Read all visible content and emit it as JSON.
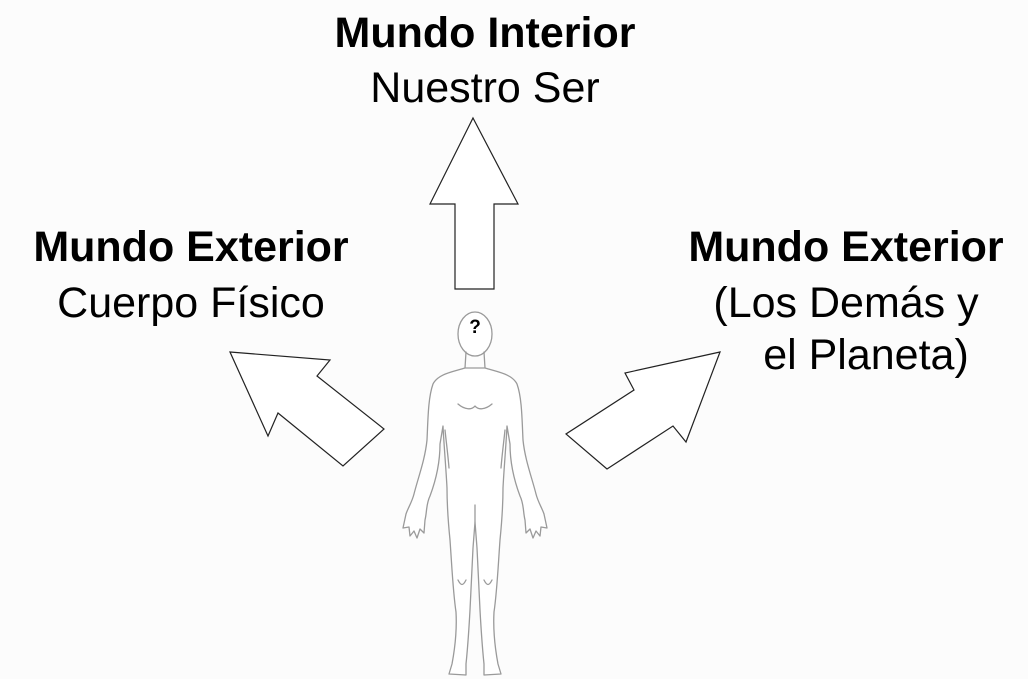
{
  "top": {
    "title": "Mundo Interior",
    "subtitle": "Nuestro Ser"
  },
  "left": {
    "title": "Mundo Exterior",
    "subtitle": "Cuerpo Físico"
  },
  "right": {
    "title": "Mundo Exterior",
    "line1": "(Los Demás y",
    "line2": "el Planeta)"
  },
  "figure": {
    "head_mark": "?"
  }
}
